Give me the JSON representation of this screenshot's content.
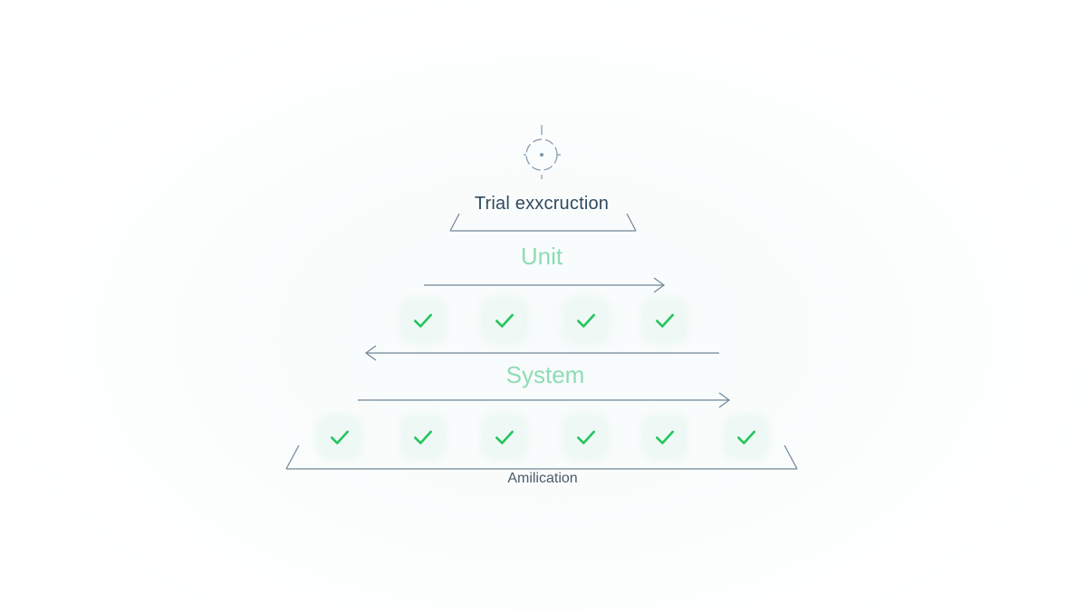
{
  "diagram": {
    "icon": "target-crosshair-icon",
    "top_label": "Trial exxcruction",
    "tiers": [
      {
        "label": "Unit",
        "check_count": 4,
        "arrow_direction": "right"
      },
      {
        "label": "System",
        "check_count": 6,
        "arrow_direction": "both"
      }
    ],
    "base_label": "Amilication"
  },
  "colors": {
    "line": "#6f8596",
    "check": "#22c55e",
    "tier_text": "#8edcb4",
    "tile_bg": "#eef8f4"
  }
}
